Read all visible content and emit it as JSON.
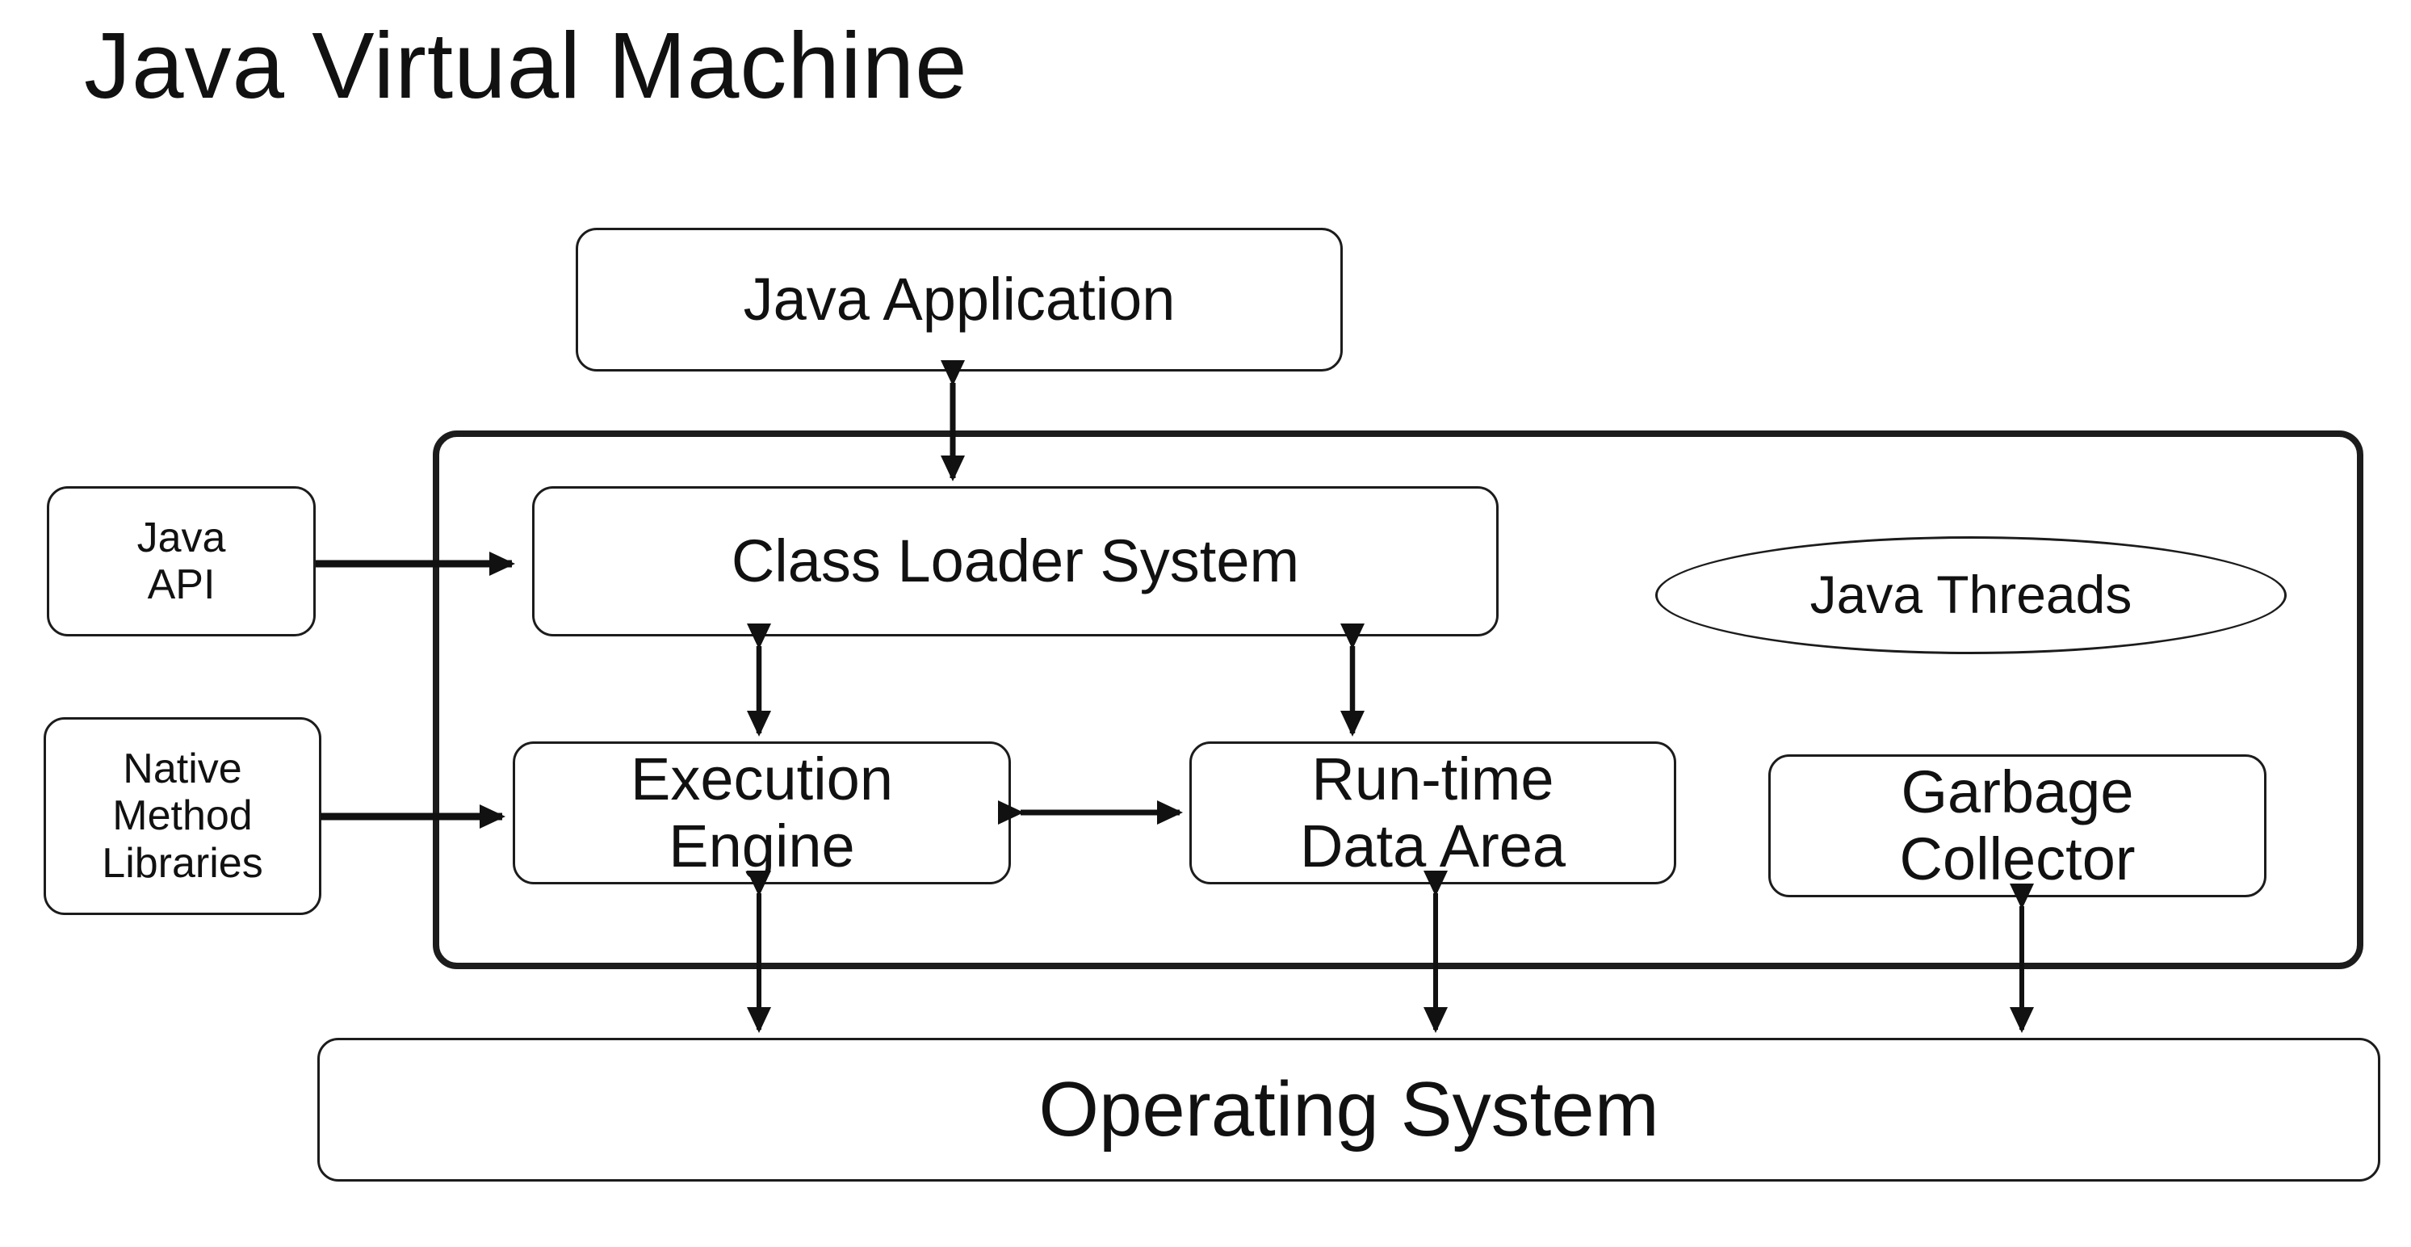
{
  "title": "Java Virtual Machine",
  "colors": {
    "ink": "#111111",
    "paper": "#ffffff"
  },
  "nodes": {
    "java_application": {
      "label": "Java Application"
    },
    "java_api": {
      "label": "Java\nAPI"
    },
    "native_method_libraries": {
      "label": "Native\nMethod\nLibraries"
    },
    "class_loader_system": {
      "label": "Class Loader System"
    },
    "java_threads": {
      "label": "Java Threads"
    },
    "execution_engine": {
      "label": "Execution\nEngine"
    },
    "runtime_data_area": {
      "label": "Run-time\nData Area"
    },
    "garbage_collector": {
      "label": "Garbage\nCollector"
    },
    "operating_system": {
      "label": "Operating System"
    }
  },
  "connections": [
    {
      "from": "java_application",
      "to": "class_loader_system",
      "direction": "both"
    },
    {
      "from": "java_api",
      "to": "class_loader_system",
      "direction": "one-way"
    },
    {
      "from": "native_method_libraries",
      "to": "execution_engine",
      "direction": "one-way"
    },
    {
      "from": "class_loader_system",
      "to": "execution_engine",
      "direction": "both"
    },
    {
      "from": "class_loader_system",
      "to": "runtime_data_area",
      "direction": "both"
    },
    {
      "from": "execution_engine",
      "to": "runtime_data_area",
      "direction": "both"
    },
    {
      "from": "execution_engine",
      "to": "operating_system",
      "direction": "both"
    },
    {
      "from": "runtime_data_area",
      "to": "operating_system",
      "direction": "both"
    },
    {
      "from": "garbage_collector",
      "to": "operating_system",
      "direction": "both"
    }
  ]
}
